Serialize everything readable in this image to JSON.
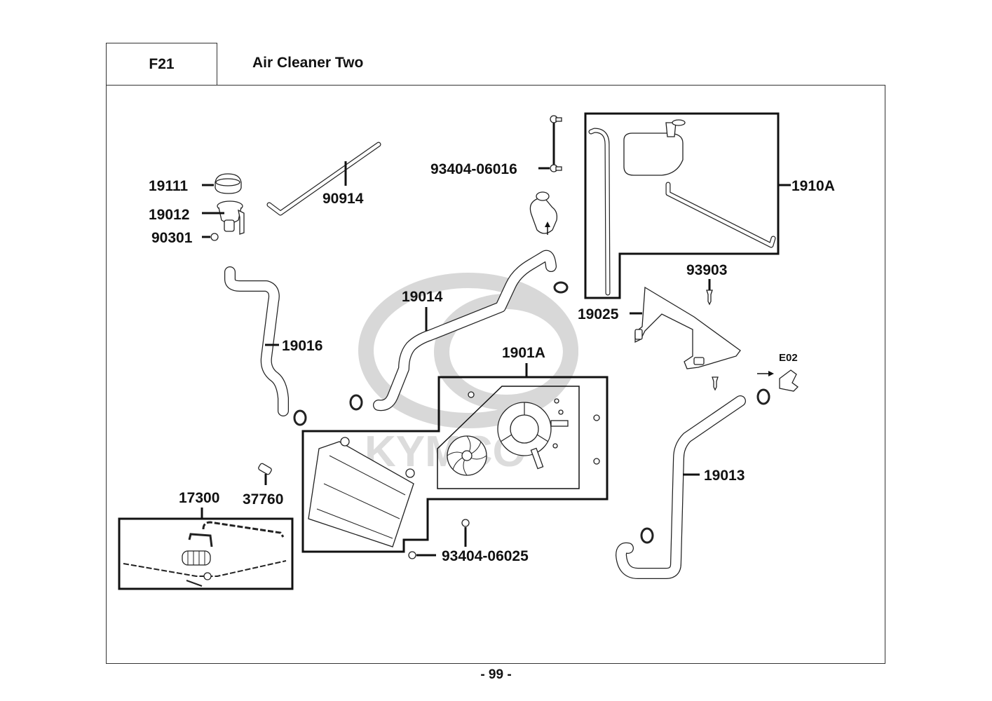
{
  "header": {
    "figure_code": "F21",
    "title": "Air Cleaner Two"
  },
  "watermark": {
    "brand_text": "KYMCO",
    "color": "#d8d8d8"
  },
  "parts": [
    {
      "id": "19111",
      "description_hint": "radiator cap"
    },
    {
      "id": "19012",
      "description_hint": "filler neck"
    },
    {
      "id": "90301",
      "description_hint": "nut"
    },
    {
      "id": "90914",
      "description_hint": "overflow tube"
    },
    {
      "id": "93404-06016",
      "description_hint": "bolt"
    },
    {
      "id": "1910A",
      "description_hint": "reserve tank assembly"
    },
    {
      "id": "93903",
      "description_hint": "screw"
    },
    {
      "id": "19025",
      "description_hint": "tank bracket"
    },
    {
      "id": "E02",
      "description_hint": "reference to section E02"
    },
    {
      "id": "19014",
      "description_hint": "hose"
    },
    {
      "id": "19016",
      "description_hint": "hose"
    },
    {
      "id": "1901A",
      "description_hint": "radiator and fan assembly"
    },
    {
      "id": "19013",
      "description_hint": "hose"
    },
    {
      "id": "17300",
      "description_hint": "breather tube set"
    },
    {
      "id": "37760",
      "description_hint": "thermo switch"
    },
    {
      "id": "93404-06025",
      "description_hint": "bolt"
    }
  ],
  "labels": {
    "p19111": "19111",
    "p19012": "19012",
    "p90301": "90301",
    "p90914": "90914",
    "p93404_06016": "93404-06016",
    "p1910A": "1910A",
    "p93903": "93903",
    "p19025": "19025",
    "pE02": "E02",
    "p19014": "19014",
    "p19016": "19016",
    "p1901A": "1901A",
    "p19013": "19013",
    "p17300": "17300",
    "p37760": "37760",
    "p93404_06025": "93404-06025"
  },
  "footer": {
    "page_number": "- 99 -"
  }
}
